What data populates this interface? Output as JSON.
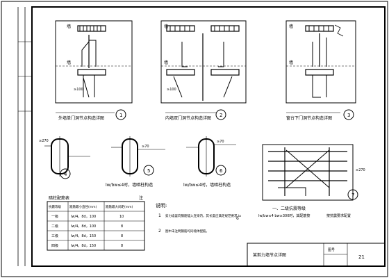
{
  "sheet": {
    "title_block": {
      "drawing_title": "某剪力墙节点详图",
      "sheet_label": "图号",
      "sheet_no": "21"
    }
  },
  "details": {
    "d1": {
      "caption": "外墙单门洞节点构造详图",
      "number": "1",
      "label_top": "墙",
      "label_bottom": "墙",
      "dim_note": "≥100"
    },
    "d2": {
      "caption": "内墙双门洞节点构造详图",
      "number": "2",
      "label_top": "墙",
      "label_bottom": "墙",
      "dim_note": "≥100"
    },
    "d3": {
      "caption": "窗台下门洞节点构造详图",
      "number": "3",
      "label_top": "墙",
      "label_bottom": "墙"
    },
    "d4": {
      "number": "4",
      "dim": "≥270"
    },
    "d5": {
      "number": "5",
      "note": "≥70"
    },
    "d6": {
      "number": "6",
      "note": "≥70"
    },
    "d7": {
      "number": "7",
      "dim": "≥270"
    }
  },
  "captions": {
    "case_a": "lw/bw≤4时，墙暗柱构造",
    "case_b": "lw/bw≤4时，墙暗柱构造",
    "case_c": "一、二级抗震等级",
    "case_c_sub": "lw/bw≤4  bw≥300时，其配筋按",
    "case_c_sub2": "按抗震要求配置"
  },
  "table": {
    "title": "暗柱配筋表",
    "note": "注",
    "headers": [
      "抗震等级",
      "箍筋最小直径(mm)",
      "箍筋最大间距(mm)"
    ],
    "rows": [
      [
        "一级",
        "lw/4，8d，100",
        "10"
      ],
      [
        "二级",
        "lw/4，8d，100",
        "8"
      ],
      [
        "三级",
        "lw/4，8d，150",
        "8"
      ],
      [
        "四级",
        "lw/4，8d，150",
        "8"
      ]
    ]
  },
  "notes": {
    "heading": "说明:",
    "items": [
      {
        "num": "1",
        "text": "剪力墙竖向钢筋锚入连梁内，其长度应满足规范要求 la"
      },
      {
        "num": "2",
        "text": "图中未注明钢筋均同墙体配筋。"
      }
    ],
    "aside": "6"
  }
}
